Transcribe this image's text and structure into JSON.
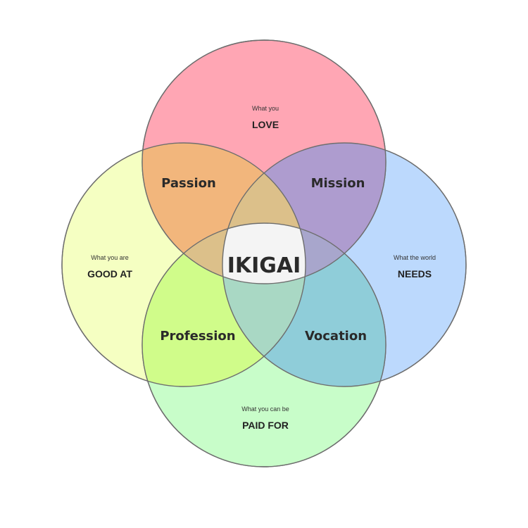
{
  "circles": {
    "love": {
      "label_small": "What you",
      "label_big": "LOVE",
      "color": "#ffa6b4"
    },
    "good_at": {
      "label_small": "What you are",
      "label_big": "GOOD AT",
      "color": "#f5ffc2"
    },
    "needs": {
      "label_small": "What the world",
      "label_big": "NEEDS",
      "color": "#bcd9fd"
    },
    "paid_for": {
      "label_small": "What you can be",
      "label_big": "PAID FOR",
      "color": "#c8fdc9"
    }
  },
  "overlaps": {
    "passion": {
      "label": "Passion",
      "color": "#f2b67c"
    },
    "mission": {
      "label": "Mission",
      "color": "#ae9ccf"
    },
    "profession": {
      "label": "Profession",
      "color": "#d0fc8a"
    },
    "vocation": {
      "label": "Vocation",
      "color": "#8fcdd9"
    },
    "love_center": {
      "color": "#bcc1c9"
    },
    "good_at_center": {
      "color": "#dcc08a"
    },
    "needs_center": {
      "color": "#a8a6cc"
    },
    "paid_for_center": {
      "color": "#a9d8c4"
    }
  },
  "center": {
    "label": "IKIGAI",
    "color": "#f4f4f4"
  },
  "stroke_color": "#6e6e6e"
}
